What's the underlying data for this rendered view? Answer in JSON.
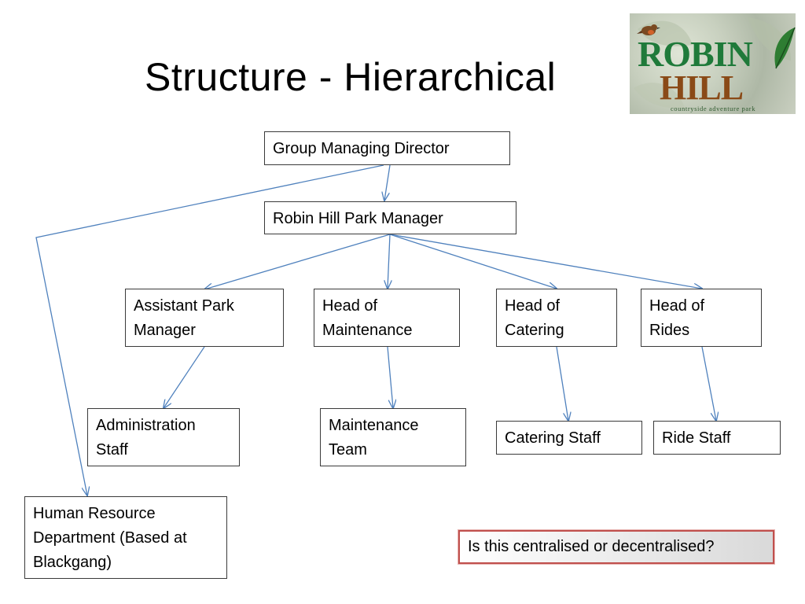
{
  "slide": {
    "title": "Structure - Hierarchical"
  },
  "logo": {
    "line1": "ROBIN",
    "line2": "HILL",
    "tagline": "countryside adventure park",
    "colors": {
      "green": "#1f7a3a",
      "brown": "#8a4a17"
    }
  },
  "org_chart": {
    "nodes": {
      "group_md": "Group Managing Director",
      "park_manager": "Robin Hill Park Manager",
      "assistant_park_manager": "Assistant Park\nManager",
      "head_maintenance": "Head of\nMaintenance",
      "head_catering": "Head of\nCatering",
      "head_rides": "Head of\nRides",
      "admin_staff": "Administration\nStaff",
      "maintenance_team": "Maintenance\nTeam",
      "catering_staff": "Catering Staff",
      "ride_staff": "Ride Staff",
      "hr_department": "Human Resource\nDepartment (Based at\nBlackgang)"
    },
    "links": [
      [
        "group_md",
        "park_manager"
      ],
      [
        "group_md",
        "hr_department"
      ],
      [
        "park_manager",
        "assistant_park_manager"
      ],
      [
        "park_manager",
        "head_maintenance"
      ],
      [
        "park_manager",
        "head_catering"
      ],
      [
        "park_manager",
        "head_rides"
      ],
      [
        "assistant_park_manager",
        "admin_staff"
      ],
      [
        "head_maintenance",
        "maintenance_team"
      ],
      [
        "head_catering",
        "catering_staff"
      ],
      [
        "head_rides",
        "ride_staff"
      ]
    ],
    "line_color": "#4f81bd"
  },
  "question": "Is this centralised or decentralised?"
}
